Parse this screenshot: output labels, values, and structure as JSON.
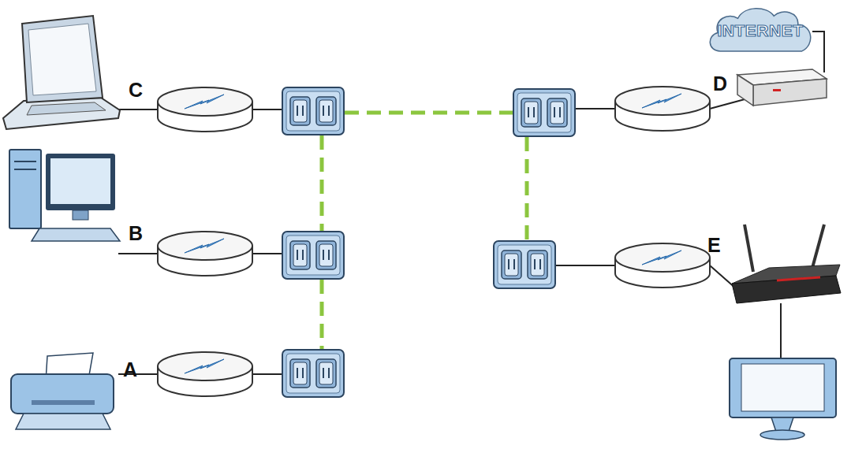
{
  "diagram": {
    "nodes": [
      {
        "text": [
          "INTERNET"
        ]
      }
    ],
    "labels": [
      "C",
      "D",
      "B",
      "E",
      "A"
    ]
  }
}
